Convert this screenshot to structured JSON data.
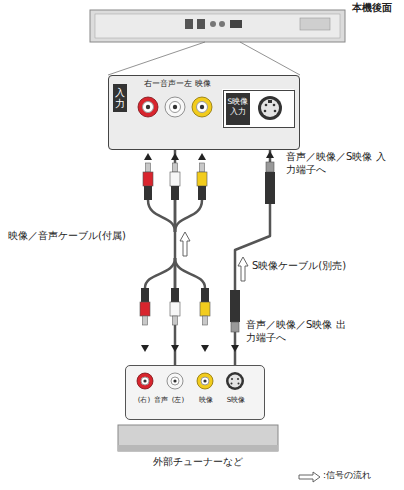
{
  "diagram": {
    "nodes": [
      {
        "text": [
          "本機後面"
        ]
      },
      {
        "text": [
          "入力",
          "右ー音声ー左",
          "映像"
        ]
      },
      {
        "text": [
          "S映像 入力"
        ],
        "in": 1
      },
      {
        "text": [
          "(右)",
          "音声",
          "(左)",
          "映像",
          "S映像"
        ]
      },
      {
        "text": [
          "外部チューナーなど"
        ]
      }
    ],
    "edges": [
      {
        "from": 3,
        "to": 1,
        "arrow": "none",
        "label": "映像／音声ケーブル(付属)"
      },
      {
        "from": 3,
        "to": 2,
        "arrow": "none",
        "label": "S映像ケーブル(別売)"
      }
    ],
    "labels": [
      "音声／映像／S映像 入力端子へ",
      "音声／映像／S映像 出力端子へ"
    ],
    "legend": [
      {
        "text": ":信号の流れ"
      }
    ]
  }
}
